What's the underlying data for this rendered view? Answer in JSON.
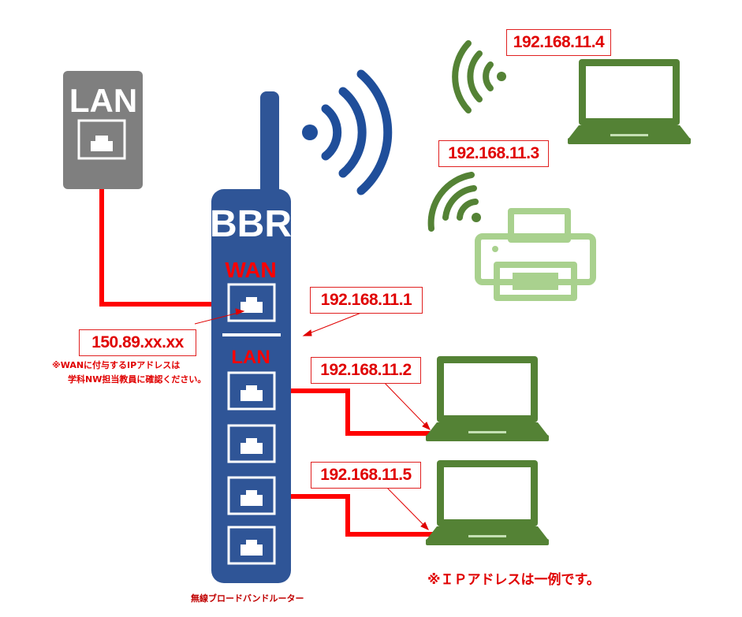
{
  "wall_outlet": {
    "label": "LAN"
  },
  "router": {
    "name": "BBR",
    "wan_label": "WAN",
    "lan_label": "LAN",
    "caption": "無線ブロードバンドルーター",
    "color": "#2f5597"
  },
  "wan_ip": "150.89.xx.xx",
  "router_ip": "192.168.11.1",
  "devices": [
    {
      "type": "laptop",
      "ip": "192.168.11.4",
      "connection": "wireless"
    },
    {
      "type": "printer",
      "ip": "192.168.11.3",
      "connection": "wireless"
    },
    {
      "type": "laptop",
      "ip": "192.168.11.2",
      "connection": "wired"
    },
    {
      "type": "laptop",
      "ip": "192.168.11.5",
      "connection": "wired"
    }
  ],
  "notes": {
    "wan_note_line1": "※WANに付与するIPアドレスは",
    "wan_note_line2": "学科NW担当教員に確認ください。",
    "example_note": "※ＩＰアドレスは一例です。"
  },
  "colors": {
    "cable": "#ff0000",
    "wifi_router": "#1f4e9a",
    "device_green": "#548235",
    "printer_green": "#a9d18e",
    "outlet_gray": "#7f7f7f"
  }
}
